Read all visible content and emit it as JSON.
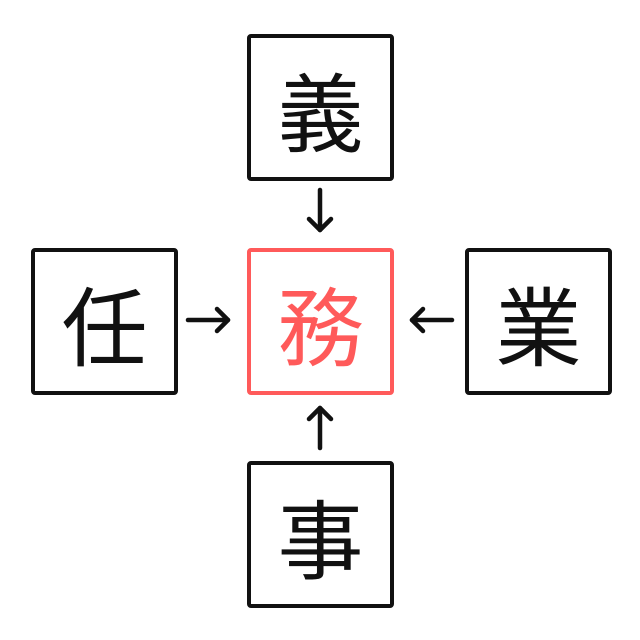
{
  "puzzle": {
    "top": "義",
    "left": "任",
    "right": "業",
    "bottom": "事",
    "center": "務"
  },
  "colors": {
    "accent": "#ff5a5a",
    "ink": "#111111"
  }
}
